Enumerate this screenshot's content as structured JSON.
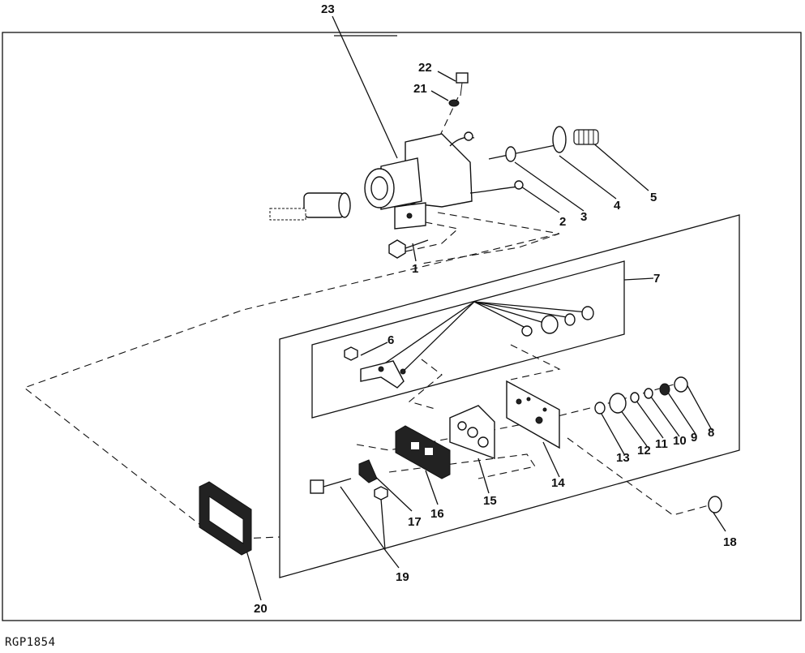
{
  "figure_id": "RGP1854",
  "callouts": {
    "c1": "1",
    "c2": "2",
    "c3": "3",
    "c4": "4",
    "c5": "5",
    "c6": "6",
    "c7": "7",
    "c8": "8",
    "c9": "9",
    "c10": "10",
    "c11": "11",
    "c12": "12",
    "c13": "13",
    "c14": "14",
    "c15": "15",
    "c16": "16",
    "c17": "17",
    "c18": "18",
    "c19": "19",
    "c20": "20",
    "c21": "21",
    "c22": "22",
    "c23": "23"
  }
}
